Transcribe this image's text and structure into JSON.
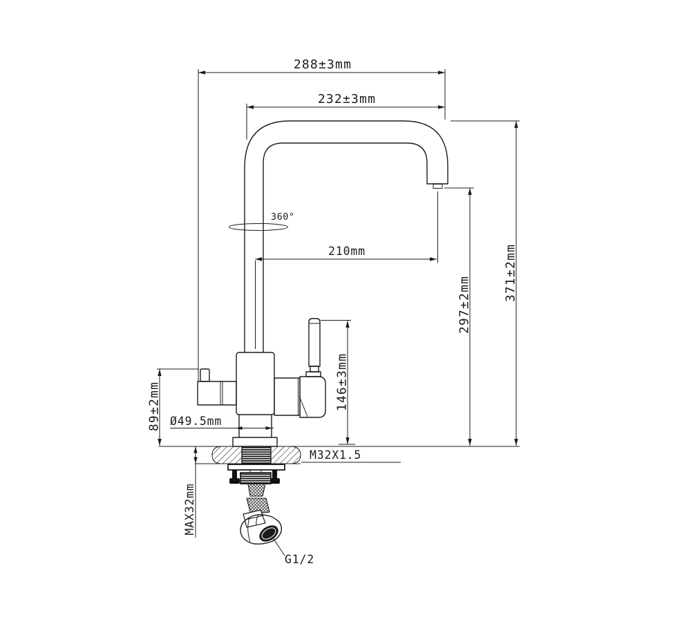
{
  "drawing": {
    "description": "Technical line drawing of a 3-way kitchen mixer faucet with dimensions",
    "background_color": "#ffffff",
    "line_color": "#1b1b1b",
    "labels": {
      "overall_width": "288±3mm",
      "spout_width": "232±3mm",
      "overall_height": "371±2mm",
      "outlet_height": "297±2mm",
      "spout_reach": "210mm",
      "handle_height": "146±3mm",
      "side_outlet_height": "89±2mm",
      "base_diameter": "Ø49.5mm",
      "mounting_thread": "M32X1.5",
      "max_deck_thickness": "MAX32mm",
      "hose_thread": "G1/2",
      "swivel_angle": "360°"
    }
  }
}
